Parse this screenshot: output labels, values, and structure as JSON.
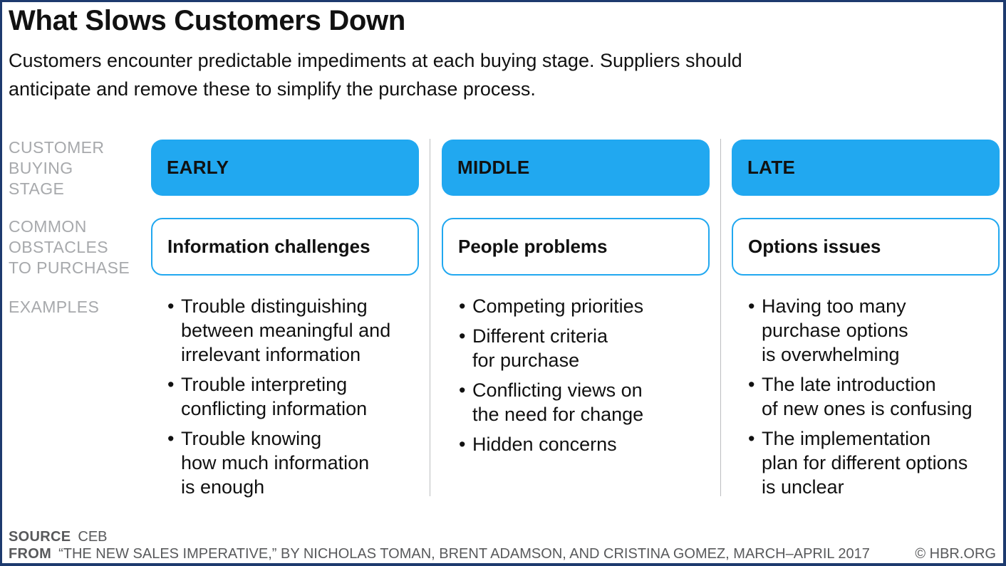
{
  "title": "What Slows Customers Down",
  "subtitle": "Customers encounter predictable impediments at each buying stage. Suppliers should anticipate and remove these to simplify the purchase process.",
  "row_labels": {
    "stage": "CUSTOMER\nBUYING\nSTAGE",
    "obstacles": "COMMON\nOBSTACLES\nTO PURCHASE",
    "examples": "EXAMPLES"
  },
  "columns": [
    {
      "stage": "EARLY",
      "obstacle": "Information challenges",
      "examples": [
        "Trouble distinguishing\nbetween meaningful and\nirrelevant information",
        "Trouble interpreting\nconflicting information",
        "Trouble knowing\nhow much information\nis enough"
      ]
    },
    {
      "stage": "MIDDLE",
      "obstacle": "People problems",
      "examples": [
        "Competing priorities",
        "Different criteria\nfor purchase",
        "Conflicting views on\nthe need for change",
        "Hidden concerns"
      ]
    },
    {
      "stage": "LATE",
      "obstacle": "Options issues",
      "examples": [
        "Having too many\npurchase options\nis overwhelming",
        "The late introduction\nof new ones is confusing",
        "The implementation\nplan for different options\nis unclear"
      ]
    }
  ],
  "footer": {
    "source_key": "SOURCE",
    "source_value": "CEB",
    "from_key": "FROM",
    "from_value": "“THE NEW SALES IMPERATIVE,” BY NICHOLAS TOMAN, BRENT ADAMSON, AND CRISTINA GOMEZ, MARCH–APRIL 2017",
    "copyright": "© HBR.ORG"
  },
  "colors": {
    "accent": "#21a8f0",
    "frame": "#1d3a6e",
    "label_gray": "#a7a9ac"
  }
}
